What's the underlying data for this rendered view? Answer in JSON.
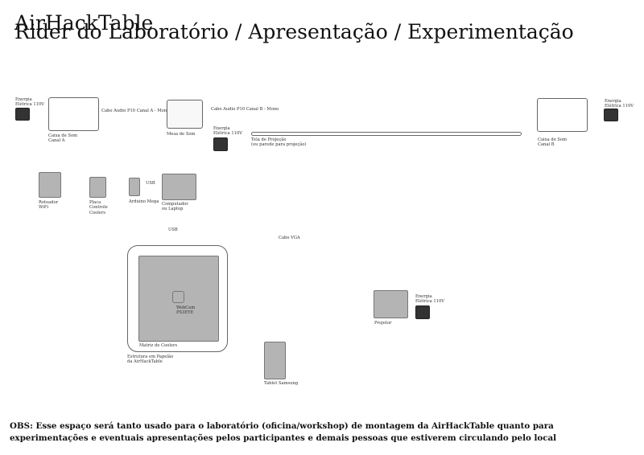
{
  "header": {
    "title_back": "AirHackTable",
    "title_front": "Rider do Laboratório / Apresentação / Experimentação"
  },
  "diagram": {
    "energia_left": [
      "Energia",
      "Elétrica 110V"
    ],
    "caixa_som_a": [
      "Caixa de Som",
      "Canal A"
    ],
    "cabo_canal_a": "Cabo Audio P10 Canal A - Mono",
    "mesa_som": "Mesa de Som",
    "cabo_canal_b": "Cabo Audio P10 Canal B - Mono",
    "energia_mesa": [
      "Energia",
      "Elétrica 110V"
    ],
    "tela_projecao": [
      "Tela de Projeção",
      "(ou parede para projeção)"
    ],
    "caixa_som_b": [
      "Caixa de Som",
      "Canal B"
    ],
    "energia_right": [
      "Energia",
      "Elétrica 110V"
    ],
    "roteador": [
      "Roteador",
      "WiFi"
    ],
    "placa": [
      "Placa",
      "Controle",
      "Coolers"
    ],
    "arduino": "Arduino Mega",
    "usb_top": "USB",
    "computador": [
      "Computador",
      "ou Laptop"
    ],
    "usb_bottom": "USB",
    "cabo_vga": "Cabo VGA",
    "webcam": [
      "WebCam",
      "PS3EYE"
    ],
    "matriz": "Matriz de Coolers",
    "estrutura": [
      "Estrutura em Papelão",
      "da AirHackTable"
    ],
    "tablet": "Tablet Samsung",
    "projetor": "Projetor",
    "energia_projetor": [
      "Energia",
      "Elétrica 110V"
    ]
  },
  "footer": {
    "obs_line1": "OBS: Esse espaço será tanto usado para o laboratório (oficina/workshop) de montagem da AirHackTable quanto para",
    "obs_line2": "experimentações e eventuais apresentações pelos participantes e demais pessoas que estiverem circulando pelo local"
  }
}
